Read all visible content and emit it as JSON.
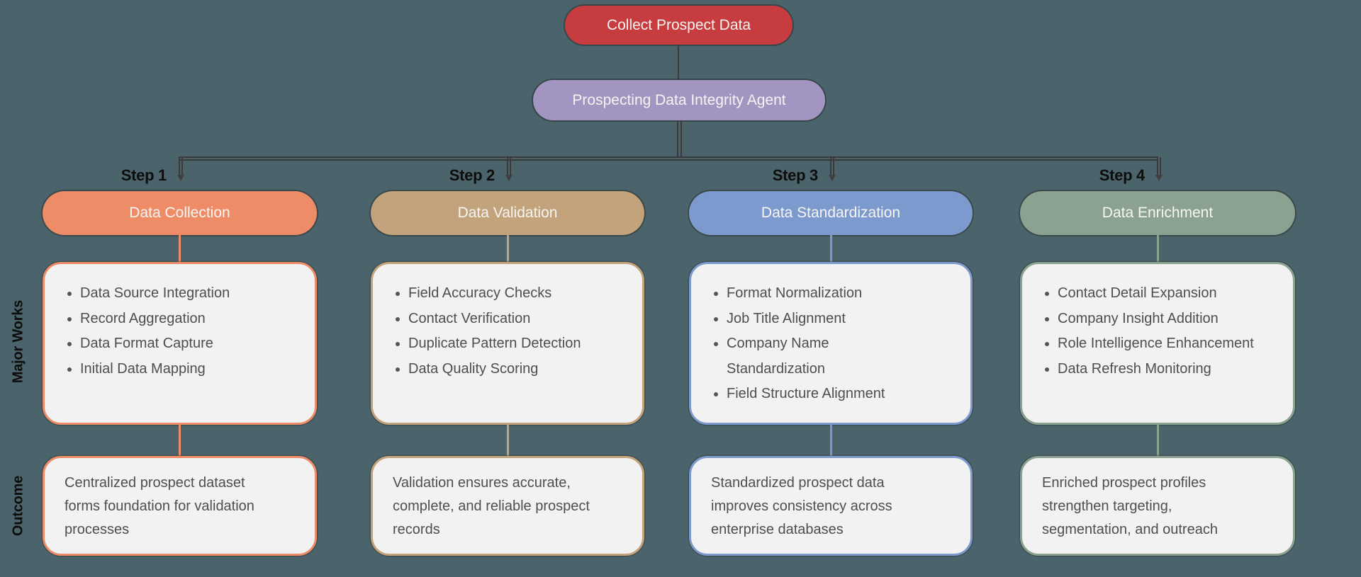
{
  "root": {
    "label": "Collect Prospect Data"
  },
  "agent": {
    "label": "Prospecting Data Integrity Agent"
  },
  "row_labels": {
    "major_works": "Major Works",
    "outcome": "Outcome"
  },
  "colors": {
    "background": "#4b646b",
    "root": "#c63c3f",
    "agent": "#a395c2",
    "edge": "#3a3a3a",
    "card_fill": "#f2f2f2",
    "text_dark": "#4e4e4e"
  },
  "steps": [
    {
      "step_label": "Step 1",
      "title": "Data Collection",
      "accent": "#ee8c68",
      "major_works": [
        "Data Source Integration",
        "Record Aggregation",
        "Data Format Capture",
        "Initial Data Mapping"
      ],
      "outcome": "Centralized prospect dataset forms foundation for validation processes"
    },
    {
      "step_label": "Step 2",
      "title": "Data Validation",
      "accent": "#c2a37b",
      "major_works": [
        "Field Accuracy Checks",
        "Contact Verification",
        "Duplicate Pattern Detection",
        "Data Quality Scoring"
      ],
      "outcome": "Validation ensures accurate, complete, and reliable prospect records"
    },
    {
      "step_label": "Step 3",
      "title": "Data Standardization",
      "accent": "#7d9ace",
      "major_works": [
        "Format Normalization",
        "Job Title Alignment",
        "Company Name Standardization",
        "Field Structure Alignment"
      ],
      "outcome": "Standardized prospect data improves consistency across enterprise databases"
    },
    {
      "step_label": "Step 4",
      "title": "Data Enrichment",
      "accent": "#8ba290",
      "major_works": [
        "Contact Detail Expansion",
        "Company Insight Addition",
        "Role Intelligence Enhancement",
        "Data Refresh Monitoring"
      ],
      "outcome": "Enriched prospect profiles strengthen targeting, segmentation, and outreach"
    }
  ]
}
